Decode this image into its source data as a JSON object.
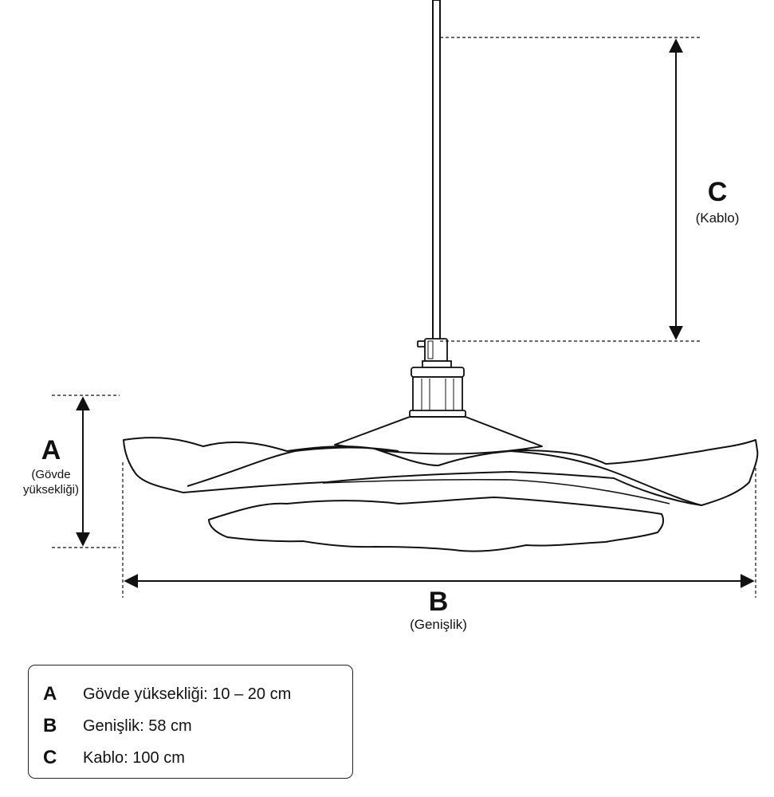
{
  "dimensions": {
    "a": {
      "letter": "A",
      "caption_line1": "(Gövde",
      "caption_line2": "yüksekliği)"
    },
    "b": {
      "letter": "B",
      "caption": "(Genişlik)"
    },
    "c": {
      "letter": "C",
      "caption": "(Kablo)"
    }
  },
  "legend": {
    "rows": [
      {
        "key": "A",
        "text": "Gövde yüksekliği: 10 – 20 cm"
      },
      {
        "key": "B",
        "text": "Genişlik: 58 cm"
      },
      {
        "key": "C",
        "text": "Kablo: 100 cm"
      }
    ]
  },
  "colors": {
    "line": "#111111",
    "background": "#ffffff"
  }
}
